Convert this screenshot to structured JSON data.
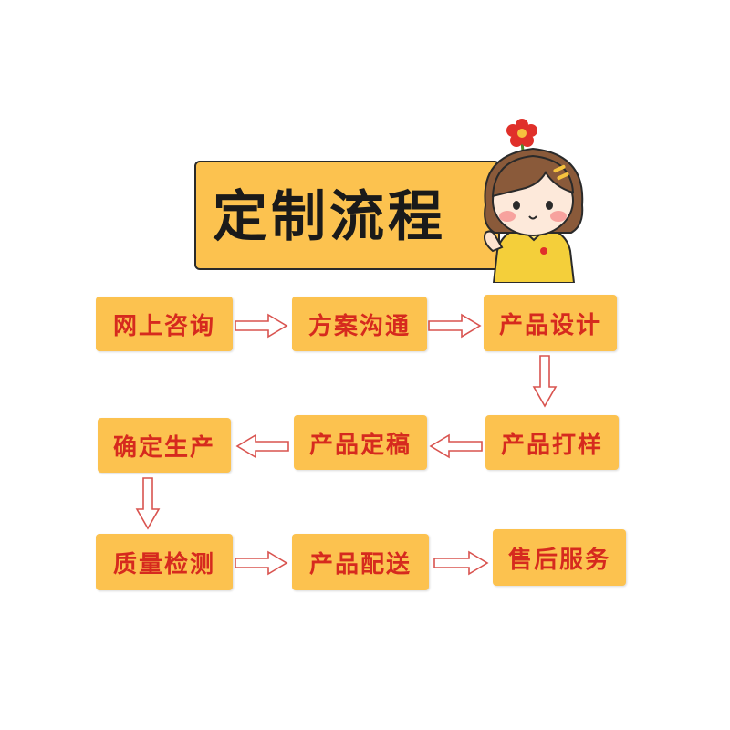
{
  "title": "定制流程",
  "steps": [
    {
      "id": "s1",
      "label": "网上咨询"
    },
    {
      "id": "s2",
      "label": "方案沟通"
    },
    {
      "id": "s3",
      "label": "产品设计"
    },
    {
      "id": "s4",
      "label": "产品打样"
    },
    {
      "id": "s5",
      "label": "产品定稿"
    },
    {
      "id": "s6",
      "label": "确定生产"
    },
    {
      "id": "s7",
      "label": "质量检测"
    },
    {
      "id": "s8",
      "label": "产品配送"
    },
    {
      "id": "s9",
      "label": "售后服务"
    }
  ],
  "colors": {
    "box": "#fcc24f",
    "label": "#d62a1e",
    "arrow": "#d9534f",
    "title": "#1a1a1a"
  },
  "illustration": "cartoon-girl-with-flower"
}
